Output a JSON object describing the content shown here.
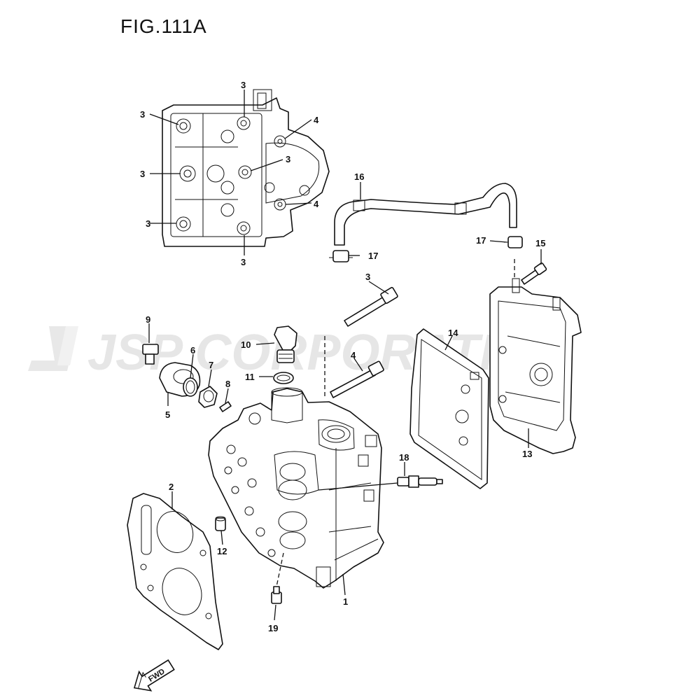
{
  "figure": {
    "title": "FIG.111A"
  },
  "watermark": {
    "text": "JSP CORPORATION",
    "color": "#e6e6e6"
  },
  "arrow": {
    "label": "FWD"
  },
  "callouts": [
    {
      "id": "c3a",
      "label": "3"
    },
    {
      "id": "c3b",
      "label": "3"
    },
    {
      "id": "c3c",
      "label": "3"
    },
    {
      "id": "c3d",
      "label": "3"
    },
    {
      "id": "c3e",
      "label": "3"
    },
    {
      "id": "c3f",
      "label": "3"
    },
    {
      "id": "c4a",
      "label": "4"
    },
    {
      "id": "c4b",
      "label": "4"
    },
    {
      "id": "c16",
      "label": "16"
    },
    {
      "id": "c17a",
      "label": "17"
    },
    {
      "id": "c17b",
      "label": "17"
    },
    {
      "id": "c15",
      "label": "15"
    },
    {
      "id": "c3g",
      "label": "3"
    },
    {
      "id": "c9",
      "label": "9"
    },
    {
      "id": "c10",
      "label": "10"
    },
    {
      "id": "c14",
      "label": "14"
    },
    {
      "id": "c6",
      "label": "6"
    },
    {
      "id": "c7",
      "label": "7"
    },
    {
      "id": "c4c",
      "label": "4"
    },
    {
      "id": "c11",
      "label": "11"
    },
    {
      "id": "c8",
      "label": "8"
    },
    {
      "id": "c5",
      "label": "5"
    },
    {
      "id": "c13",
      "label": "13"
    },
    {
      "id": "c18",
      "label": "18"
    },
    {
      "id": "c2",
      "label": "2"
    },
    {
      "id": "c12",
      "label": "12"
    },
    {
      "id": "c1",
      "label": "1"
    },
    {
      "id": "c19",
      "label": "19"
    }
  ]
}
